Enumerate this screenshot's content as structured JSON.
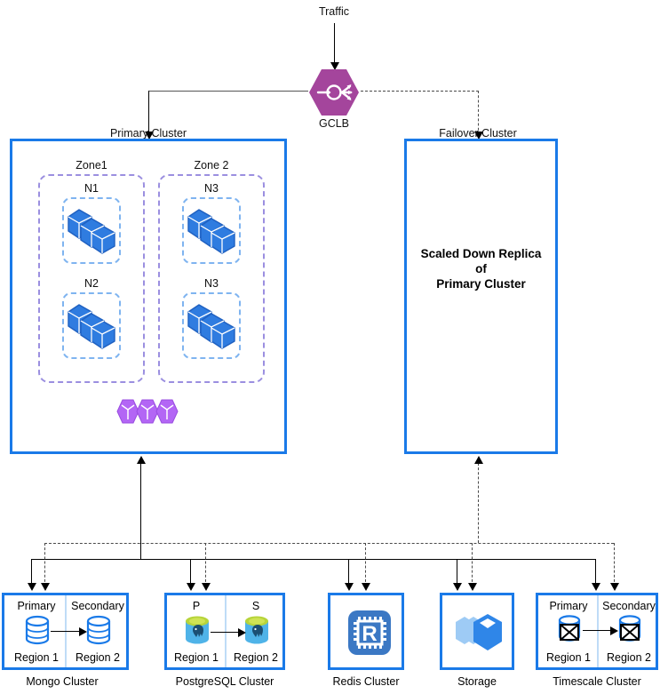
{
  "diagram": {
    "title_traffic": "Traffic",
    "gclb": {
      "label": "GCLB",
      "icon": "load-balancer-icon",
      "color": "#a4459c"
    },
    "primary_cluster": {
      "label": "Primary Cluster",
      "border_color": "#1a7ae8",
      "zones": [
        {
          "label": "Zone1",
          "nodes": [
            {
              "label": "N1",
              "icon": "k8s-pods-icon"
            },
            {
              "label": "N2",
              "icon": "k8s-pods-icon"
            }
          ]
        },
        {
          "label": "Zone 2",
          "nodes": [
            {
              "label": "N3",
              "icon": "k8s-pods-icon"
            },
            {
              "label": "N3",
              "icon": "k8s-pods-icon"
            }
          ]
        }
      ],
      "extra_icon": "purple-hexagon-cubes-icon"
    },
    "failover_cluster": {
      "label": "Failover Cluster",
      "body_line1": "Scaled Down Replica",
      "body_line2": "of",
      "body_line3": "Primary Cluster",
      "border_color": "#1a7ae8"
    },
    "stores": [
      {
        "name": "Mongo Cluster",
        "icon": "mongodb-cylinder-icon",
        "left": {
          "role": "Primary",
          "region": "Region 1"
        },
        "right": {
          "role": "Secondary",
          "region": "Region 2"
        }
      },
      {
        "name": "PostgreSQL Cluster",
        "icon": "postgresql-elephant-icon",
        "left": {
          "role": "P",
          "region": "Region 1"
        },
        "right": {
          "role": "S",
          "region": "Region 2"
        }
      },
      {
        "name": "Redis Cluster",
        "icon": "redis-chip-icon"
      },
      {
        "name": "Storage",
        "icon": "storage-cube-icon"
      },
      {
        "name": "Timescale Cluster",
        "icon": "timescaledb-cylinder-icon",
        "left": {
          "role": "Primary",
          "region": "Region 1"
        },
        "right": {
          "role": "Secondary",
          "region": "Region 2"
        }
      }
    ]
  }
}
